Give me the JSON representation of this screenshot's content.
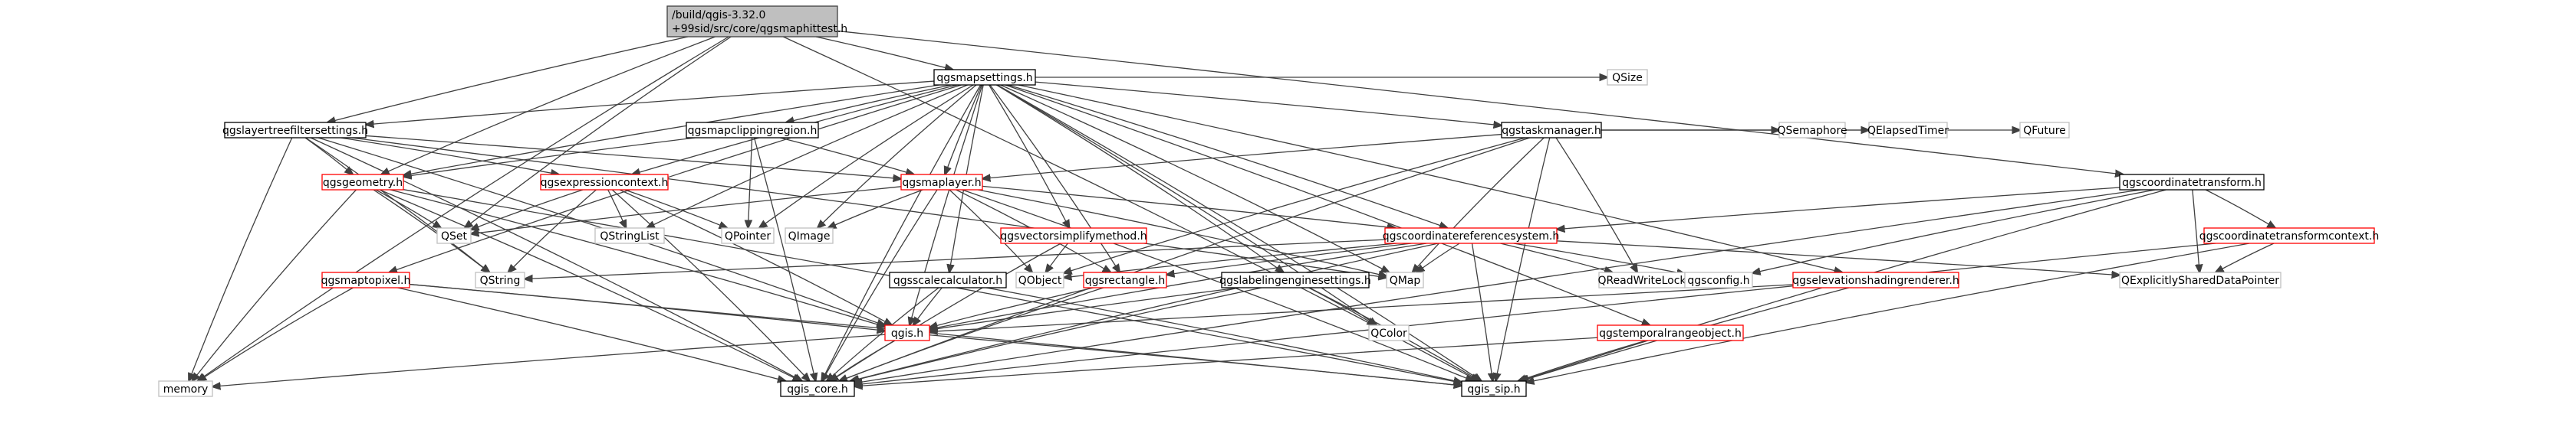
{
  "diagram": {
    "type": "include-dependency-graph",
    "root": "root",
    "colors": {
      "root_fill": "#bfbfbf",
      "root_border": "#404040",
      "doc_fill": "#ffffff",
      "doc_border": "#000000",
      "linked_border": "#ff0000",
      "external_border": "#bfbfbf",
      "external_text": "#000000",
      "edge": "#404040"
    },
    "nodes": [
      {
        "id": "root",
        "lines": [
          "/build/qgis-3.32.0",
          "+99sid/src/core/qgsmaphittest.h"
        ],
        "kind": "root"
      },
      {
        "id": "mapsettings",
        "lines": [
          "qgsmapsettings.h"
        ],
        "kind": "doc"
      },
      {
        "id": "layertreefilter",
        "lines": [
          "qgslayertreefiltersettings.h"
        ],
        "kind": "doc"
      },
      {
        "id": "mapclipping",
        "lines": [
          "qgsmapclippingregion.h"
        ],
        "kind": "doc"
      },
      {
        "id": "taskmanager",
        "lines": [
          "qgstaskmanager.h"
        ],
        "kind": "doc"
      },
      {
        "id": "coordtransform",
        "lines": [
          "qgscoordinatetransform.h"
        ],
        "kind": "doc"
      },
      {
        "id": "geometry",
        "lines": [
          "qgsgeometry.h"
        ],
        "kind": "linked"
      },
      {
        "id": "exprcontext",
        "lines": [
          "qgsexpressioncontext.h"
        ],
        "kind": "linked"
      },
      {
        "id": "maplayer",
        "lines": [
          "qgsmaplayer.h"
        ],
        "kind": "linked"
      },
      {
        "id": "crs",
        "lines": [
          "qgscoordinatereferencesystem.h"
        ],
        "kind": "linked"
      },
      {
        "id": "ctcontext",
        "lines": [
          "qgscoordinatetransformcontext.h"
        ],
        "kind": "linked"
      },
      {
        "id": "vectorsimplify",
        "lines": [
          "qgsvectorsimplifymethod.h"
        ],
        "kind": "linked"
      },
      {
        "id": "maptopixel",
        "lines": [
          "qgsmaptopixel.h"
        ],
        "kind": "linked"
      },
      {
        "id": "scalecalc",
        "lines": [
          "qgsscalecalculator.h"
        ],
        "kind": "doc"
      },
      {
        "id": "rectangle",
        "lines": [
          "qgsrectangle.h"
        ],
        "kind": "linked"
      },
      {
        "id": "labelengine",
        "lines": [
          "qgslabelingenginesettings.h"
        ],
        "kind": "doc"
      },
      {
        "id": "elevation",
        "lines": [
          "qgselevationshadingrenderer.h"
        ],
        "kind": "linked"
      },
      {
        "id": "temporal",
        "lines": [
          "qgstemporalrangeobject.h"
        ],
        "kind": "linked"
      },
      {
        "id": "qgis",
        "lines": [
          "qgis.h"
        ],
        "kind": "linked"
      },
      {
        "id": "qgiscore",
        "lines": [
          "qgis_core.h"
        ],
        "kind": "doc"
      },
      {
        "id": "qgissip",
        "lines": [
          "qgis_sip.h"
        ],
        "kind": "doc"
      },
      {
        "id": "qsize",
        "lines": [
          "QSize"
        ],
        "kind": "external"
      },
      {
        "id": "qsemaphore",
        "lines": [
          "QSemaphore"
        ],
        "kind": "external"
      },
      {
        "id": "qelapsedtimer",
        "lines": [
          "QElapsedTimer"
        ],
        "kind": "external"
      },
      {
        "id": "qfuture",
        "lines": [
          "QFuture"
        ],
        "kind": "external"
      },
      {
        "id": "qset",
        "lines": [
          "QSet"
        ],
        "kind": "external"
      },
      {
        "id": "qstringlist",
        "lines": [
          "QStringList"
        ],
        "kind": "external"
      },
      {
        "id": "qpointer",
        "lines": [
          "QPointer"
        ],
        "kind": "external"
      },
      {
        "id": "qimage",
        "lines": [
          "QImage"
        ],
        "kind": "external"
      },
      {
        "id": "qstring",
        "lines": [
          "QString"
        ],
        "kind": "external"
      },
      {
        "id": "qobject",
        "lines": [
          "QObject"
        ],
        "kind": "external"
      },
      {
        "id": "qmap",
        "lines": [
          "QMap"
        ],
        "kind": "external"
      },
      {
        "id": "qreadwritelock",
        "lines": [
          "QReadWriteLock"
        ],
        "kind": "external"
      },
      {
        "id": "qgsconfig",
        "lines": [
          "qgsconfig.h"
        ],
        "kind": "external"
      },
      {
        "id": "qexplicitly",
        "lines": [
          "QExplicitlySharedDataPointer"
        ],
        "kind": "external"
      },
      {
        "id": "qcolor",
        "lines": [
          "QColor"
        ],
        "kind": "external"
      },
      {
        "id": "memory",
        "lines": [
          "memory"
        ],
        "kind": "external"
      }
    ],
    "edges": [
      [
        "root",
        "mapsettings"
      ],
      [
        "root",
        "layertreefilter"
      ],
      [
        "root",
        "geometry"
      ],
      [
        "root",
        "qset"
      ],
      [
        "root",
        "coordtransform"
      ],
      [
        "root",
        "memory"
      ],
      [
        "root",
        "qgissip"
      ],
      [
        "mapsettings",
        "layertreefilter"
      ],
      [
        "mapsettings",
        "mapclipping"
      ],
      [
        "mapsettings",
        "taskmanager"
      ],
      [
        "mapsettings",
        "qsize"
      ],
      [
        "mapsettings",
        "geometry"
      ],
      [
        "mapsettings",
        "exprcontext"
      ],
      [
        "mapsettings",
        "maplayer"
      ],
      [
        "mapsettings",
        "crs"
      ],
      [
        "mapsettings",
        "qgiscore"
      ],
      [
        "mapsettings",
        "qstringlist"
      ],
      [
        "mapsettings",
        "qpointer"
      ],
      [
        "mapsettings",
        "qimage"
      ],
      [
        "mapsettings",
        "vectorsimplify"
      ],
      [
        "mapsettings",
        "maptopixel"
      ],
      [
        "mapsettings",
        "scalecalc"
      ],
      [
        "mapsettings",
        "rectangle"
      ],
      [
        "mapsettings",
        "labelengine"
      ],
      [
        "mapsettings",
        "elevation"
      ],
      [
        "mapsettings",
        "temporal"
      ],
      [
        "mapsettings",
        "qcolor"
      ],
      [
        "mapsettings",
        "qgissip"
      ],
      [
        "mapsettings",
        "qgis"
      ],
      [
        "mapsettings",
        "qmap"
      ],
      [
        "layertreefilter",
        "geometry"
      ],
      [
        "layertreefilter",
        "exprcontext"
      ],
      [
        "layertreefilter",
        "maplayer"
      ],
      [
        "layertreefilter",
        "qgiscore"
      ],
      [
        "layertreefilter",
        "memory"
      ],
      [
        "layertreefilter",
        "qstring"
      ],
      [
        "layertreefilter",
        "qgis"
      ],
      [
        "layertreefilter",
        "qmap"
      ],
      [
        "mapclipping",
        "geometry"
      ],
      [
        "mapclipping",
        "maplayer"
      ],
      [
        "mapclipping",
        "qpointer"
      ],
      [
        "mapclipping",
        "qgiscore"
      ],
      [
        "taskmanager",
        "maplayer"
      ],
      [
        "taskmanager",
        "qsemaphore"
      ],
      [
        "taskmanager",
        "qelapsedtimer"
      ],
      [
        "taskmanager",
        "qfuture"
      ],
      [
        "taskmanager",
        "qreadwritelock"
      ],
      [
        "taskmanager",
        "qobject"
      ],
      [
        "taskmanager",
        "qmap"
      ],
      [
        "taskmanager",
        "qgiscore"
      ],
      [
        "taskmanager",
        "qgissip"
      ],
      [
        "coordtransform",
        "crs"
      ],
      [
        "coordtransform",
        "ctcontext"
      ],
      [
        "coordtransform",
        "qexplicitly"
      ],
      [
        "coordtransform",
        "qgsconfig"
      ],
      [
        "coordtransform",
        "qgiscore"
      ],
      [
        "coordtransform",
        "qgissip"
      ],
      [
        "geometry",
        "qset"
      ],
      [
        "geometry",
        "qstring"
      ],
      [
        "geometry",
        "memory"
      ],
      [
        "geometry",
        "qgiscore"
      ],
      [
        "geometry",
        "qgissip"
      ],
      [
        "geometry",
        "qgis"
      ],
      [
        "exprcontext",
        "qset"
      ],
      [
        "exprcontext",
        "qstringlist"
      ],
      [
        "exprcontext",
        "qpointer"
      ],
      [
        "exprcontext",
        "qstring"
      ],
      [
        "exprcontext",
        "qgiscore"
      ],
      [
        "exprcontext",
        "qgis"
      ],
      [
        "maplayer",
        "qset"
      ],
      [
        "maplayer",
        "qimage"
      ],
      [
        "maplayer",
        "qobject"
      ],
      [
        "maplayer",
        "crs"
      ],
      [
        "maplayer",
        "rectangle"
      ],
      [
        "maplayer",
        "qgiscore"
      ],
      [
        "maplayer",
        "qgissip"
      ],
      [
        "maplayer",
        "qmap"
      ],
      [
        "crs",
        "qstring"
      ],
      [
        "crs",
        "qmap"
      ],
      [
        "crs",
        "qreadwritelock"
      ],
      [
        "crs",
        "qgsconfig"
      ],
      [
        "crs",
        "qexplicitly"
      ],
      [
        "crs",
        "qobject"
      ],
      [
        "crs",
        "rectangle"
      ],
      [
        "crs",
        "qgiscore"
      ],
      [
        "crs",
        "qgissip"
      ],
      [
        "crs",
        "qgis"
      ],
      [
        "ctcontext",
        "qexplicitly"
      ],
      [
        "ctcontext",
        "qgiscore"
      ],
      [
        "ctcontext",
        "qgissip"
      ],
      [
        "vectorsimplify",
        "qobject"
      ],
      [
        "vectorsimplify",
        "qgiscore"
      ],
      [
        "maptopixel",
        "memory"
      ],
      [
        "maptopixel",
        "qgiscore"
      ],
      [
        "maptopixel",
        "qgissip"
      ],
      [
        "maptopixel",
        "qgis"
      ],
      [
        "scalecalc",
        "qgis"
      ],
      [
        "scalecalc",
        "qgiscore"
      ],
      [
        "scalecalc",
        "qgissip"
      ],
      [
        "rectangle",
        "qgis"
      ],
      [
        "rectangle",
        "qgiscore"
      ],
      [
        "labelengine",
        "qgis"
      ],
      [
        "labelengine",
        "qcolor"
      ],
      [
        "labelengine",
        "qgiscore"
      ],
      [
        "labelengine",
        "qgissip"
      ],
      [
        "elevation",
        "qgis"
      ],
      [
        "elevation",
        "qgissip"
      ],
      [
        "temporal",
        "qgiscore"
      ],
      [
        "temporal",
        "qgissip"
      ],
      [
        "qgis",
        "memory"
      ],
      [
        "qgis",
        "qgiscore"
      ],
      [
        "qgis",
        "qgissip"
      ]
    ]
  }
}
